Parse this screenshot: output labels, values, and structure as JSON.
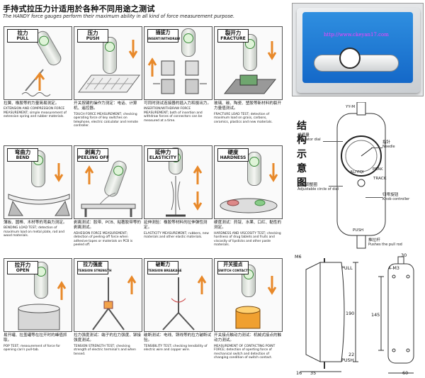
{
  "header": {
    "title_zh": "手持式拉压力计适用於各种不同用途之测试",
    "title_en": "The HANDY force gauges perform their maximum ability in all kind of force measurement purpose."
  },
  "panels": [
    {
      "label_zh": "拉力",
      "label_en": "PULL",
      "desc_zh": "拉簧、橡胶等的力量简易测定。",
      "desc_en": "EXTENSION AND COMPRESSION FORCE MEASUREMENT; simple measurement of extension spring and rubber materials."
    },
    {
      "label_zh": "压力",
      "label_en": "PUSH",
      "desc_zh": "开关按键的操作力测定：电话、计算机、遥控器。",
      "desc_en": "TOUCH FORCE MEASUREMENT; checking operating force of key switches on telephone, electric calculator and remote controller."
    },
    {
      "label_zh": "插拔力",
      "label_en": "INSERT/WITHDRAW",
      "desc_zh": "可同时测试连接器的插入力和拔出力。",
      "desc_en": "INSERTION/WITHDRAW FORCE MEASUREMENT; both of insertion and withdraw forces of connectors can be measured at a time."
    },
    {
      "label_zh": "裂开力",
      "label_en": "FRACTURE",
      "desc_zh": "玻璃、碳、陶瓷、塑胶等新材料的裂开力量值测试。",
      "desc_en": "FRACTURE LOAD TEST; detection of maximum load on grass, carbons, ceramics, plastics and new materials."
    },
    {
      "label_zh": "弯曲力",
      "label_en": "BEND",
      "desc_zh": "薄板、圆棒、木材等的弯曲力测定。",
      "desc_en": "BENDING LOAD TEST; detection of maximum load on metal plate, rod and wood materials."
    },
    {
      "label_zh": "剥离力",
      "label_en": "PEELING OFF",
      "desc_zh": "剥离测试：胶带、PCB、粘著胶带等的剥离测试。",
      "desc_en": "ADHESION FORCE MEASUREMENT; detection of peeling off force when adhesive tapes or materials on PCB is peeled off."
    },
    {
      "label_zh": "延伸力",
      "label_en": "ELASTICITY",
      "desc_zh": "延伸测验：橡胶等材料的拉伸弹性测定。",
      "desc_en": "ELASTICITY MEASUREMENT; rubbers, new materials and other elastic materials."
    },
    {
      "label_zh": "硬度",
      "label_en": "HARDNESS",
      "desc_zh": "硬度测试：药锭、水果、口红、黏性的测定。",
      "desc_en": "HARDNESS AND VISCOSITY TEST; checking hardness of drug tablets and fruits and viscosity of lipsticks and other paste materials."
    },
    {
      "label_zh": "拉开力",
      "label_en": "OPEN",
      "desc_zh": "易开罐、拉盖罐等在拉开时的峰值抓取。",
      "desc_en": "POP TEST; measurement of force for opening can's pull-tab."
    },
    {
      "label_zh": "拉力强度",
      "label_en": "TENSION STRENGTH",
      "desc_zh": "拉力强度测试：端子的拉力强度、铆接强度测试。",
      "desc_en": "TENSION STRENGTH TEST; checking strength of electric terminal's and when tensed."
    },
    {
      "label_zh": "破断力",
      "label_en": "TENSION BREAKAGE",
      "desc_zh": "破断测试：电线、铜线等的拉力破断试验。",
      "desc_en": "TENSIBILITY TEST; checking tensibility of electric wire and copper wire."
    },
    {
      "label_zh": "开关接点",
      "label_en": "SWITCH CONTACT",
      "desc_zh": "开关接点触动力测试：机械式接点的触动力测试。",
      "desc_en": "MEASUREMENT OF CONTACTING POINT FORCE; detection of operting force of mechanical switch and detection of changing condition of switch contact."
    }
  ],
  "photo": {
    "url_text": "http://www.ckeyan17.com"
  },
  "structure": {
    "side_title": [
      "结",
      "构",
      "示",
      "意",
      "图"
    ],
    "callouts": [
      {
        "zh": "峰值量",
        "en": "Indicator dial"
      },
      {
        "zh": "指针",
        "en": "Needle"
      },
      {
        "zh": "表盘调整圈",
        "en": "Adjustable circle of dial"
      },
      {
        "zh": "归零旋钮",
        "en": "Knob controller"
      },
      {
        "zh": "推拉杆",
        "en": "Pushes the pull rod"
      }
    ],
    "brand": "ALIYIQI",
    "model": "YY-M",
    "peak": "PEAK",
    "track": "TRACK",
    "push": "PUSH"
  },
  "dimensions": {
    "pull": "PULL",
    "push": "PUSH",
    "m6": "M6",
    "m3": "4-M3",
    "d16": "16",
    "d35": "35",
    "d190": "190",
    "d22": "22",
    "d30": "30",
    "d145": "145",
    "d60": "60"
  }
}
